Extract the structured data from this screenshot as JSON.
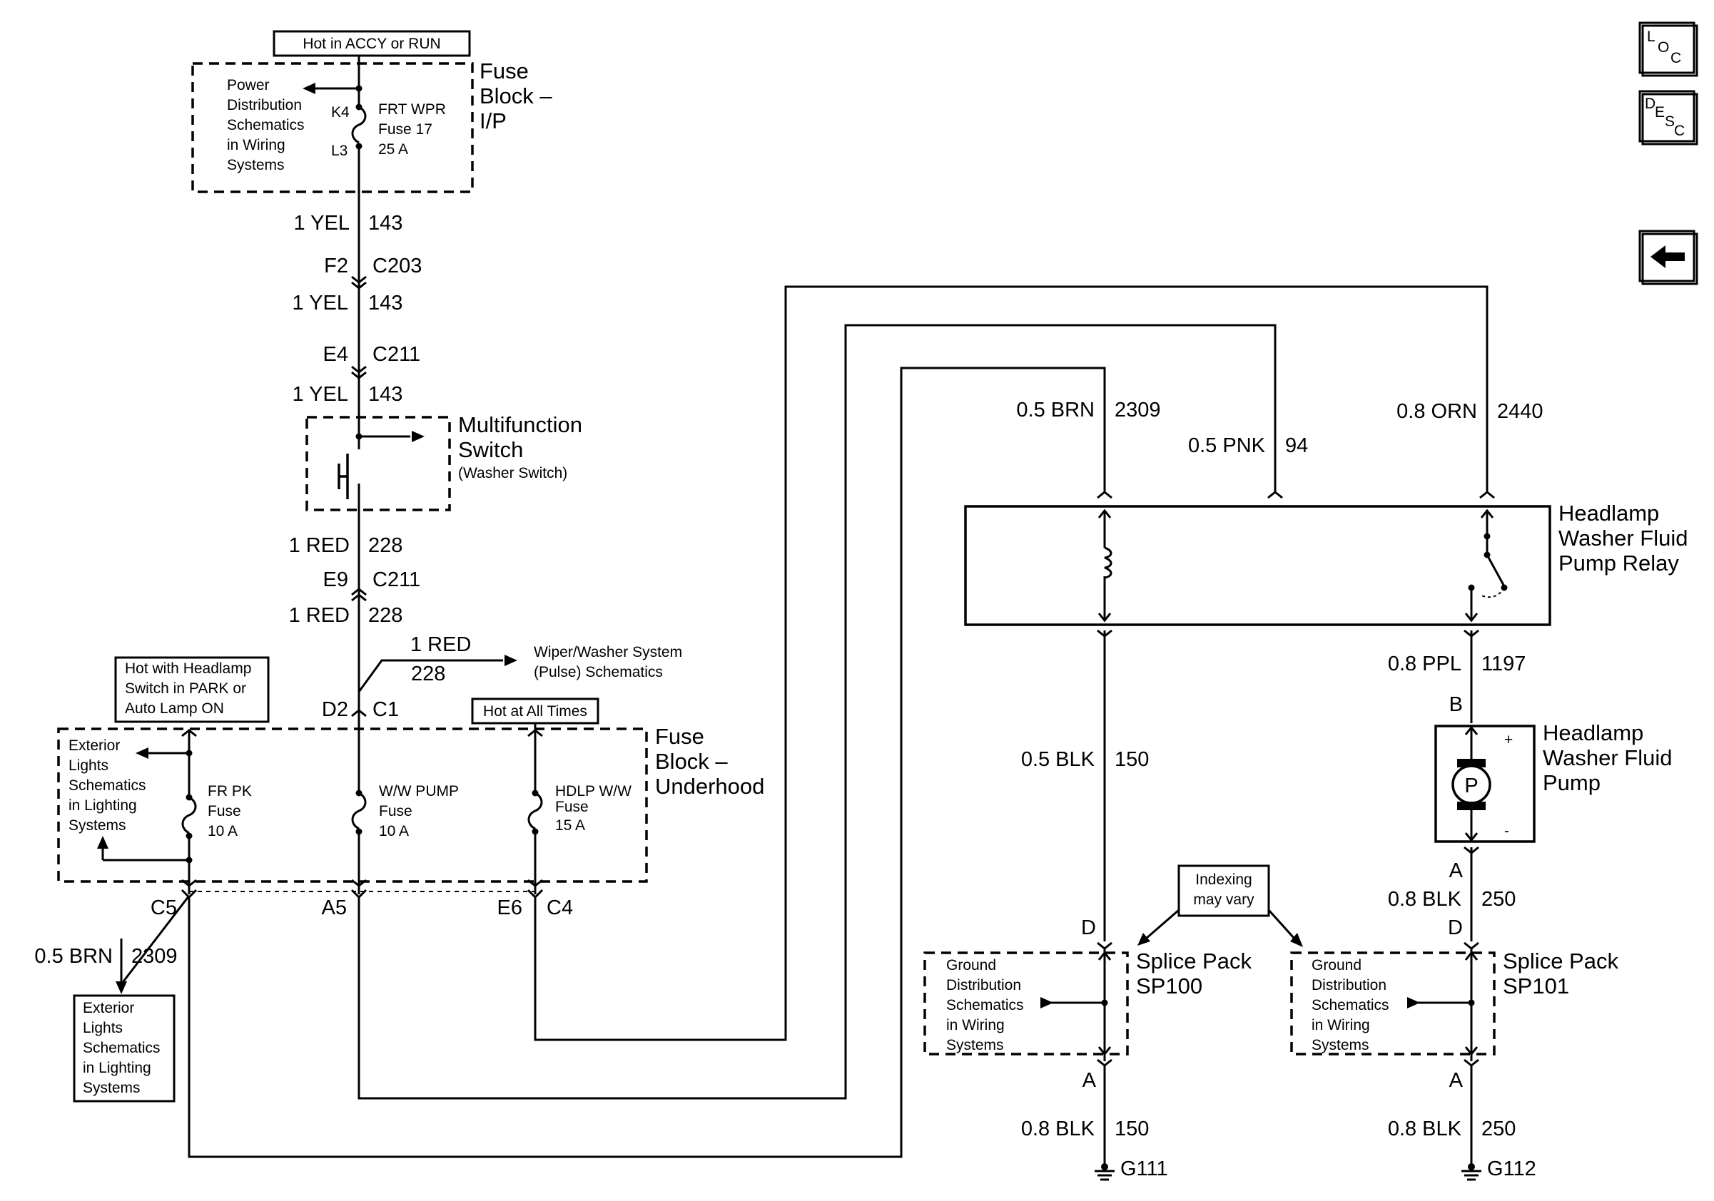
{
  "nav": {
    "loc_top": "L",
    "loc_mid": "O",
    "loc_bot": "C",
    "desc_d": "D",
    "desc_e": "E",
    "desc_s": "S",
    "desc_c": "C",
    "back_icon": "left-arrow-icon"
  },
  "power": {
    "hot_accy_run": "Hot in ACCY or RUN",
    "fuse_block_ip_1": "Fuse",
    "fuse_block_ip_2": "Block –",
    "fuse_block_ip_3": "I/P",
    "pds_1": "Power",
    "pds_2": "Distribution",
    "pds_3": "Schematics",
    "pds_4": "in Wiring",
    "pds_5": "Systems",
    "k4": "K4",
    "l3": "L3",
    "frt_1": "FRT WPR",
    "frt_2": "Fuse 17",
    "frt_3": "25 A"
  },
  "wires": {
    "yel1_gauge": "1 YEL",
    "yel1_circuit": "143",
    "f2": "F2",
    "c203": "C203",
    "yel2_gauge": "1 YEL",
    "yel2_circuit": "143",
    "e4": "E4",
    "c211a": "C211",
    "yel3_gauge": "1 YEL",
    "yel3_circuit": "143",
    "red1_gauge": "1 RED",
    "red1_circuit": "228",
    "e9": "E9",
    "c211b": "C211",
    "red2_gauge": "1 RED",
    "red2_circuit": "228",
    "red3_gauge": "1 RED",
    "red3_circuit": "228",
    "d2": "D2",
    "c1": "C1",
    "brn_left_gauge": "0.5 BRN",
    "brn_left_circuit": "2309",
    "c5": "C5",
    "a5": "A5",
    "e6": "E6",
    "c4": "C4",
    "brn_gauge": "0.5 BRN",
    "brn_circuit": "2309",
    "pnk_gauge": "0.5 PNK",
    "pnk_circuit": "94",
    "orn_gauge": "0.8 ORN",
    "orn_circuit": "2440",
    "blk150_gauge": "0.5 BLK",
    "blk150_circuit": "150",
    "ppl_gauge": "0.8 PPL",
    "ppl_circuit": "1197",
    "b": "B",
    "a_pump": "A",
    "blk250_gauge": "0.8 BLK",
    "blk250_circuit": "250",
    "d_sp100": "D",
    "a_sp100": "A",
    "d_sp101": "D",
    "a_sp101": "A",
    "g111_gauge": "0.8 BLK",
    "g111_circuit": "150",
    "g112_gauge": "0.8 BLK",
    "g112_circuit": "250"
  },
  "switch": {
    "name_1": "Multifunction",
    "name_2": "Switch",
    "name_3": "(Washer Switch)"
  },
  "wiper": {
    "line_1": "Wiper/Washer System",
    "line_2": "(Pulse) Schematics"
  },
  "underhood": {
    "hot_headlamp_1": "Hot with Headlamp",
    "hot_headlamp_2": "Switch in PARK or",
    "hot_headlamp_3": "Auto Lamp ON",
    "hot_all_times": "Hot at All Times",
    "title_1": "Fuse",
    "title_2": "Block –",
    "title_3": "Underhood",
    "ext_1": "Exterior",
    "ext_2": "Lights",
    "ext_3": "Schematics",
    "ext_4": "in Lighting",
    "ext_5": "Systems",
    "frpk_1": "FR PK",
    "frpk_2": "Fuse",
    "frpk_3": "10 A",
    "ww_1": "W/W PUMP",
    "ww_2": "Fuse",
    "ww_3": "10 A",
    "hdlp_1": "HDLP W/W",
    "hdlp_2": "Fuse",
    "hdlp_3": "15 A"
  },
  "ext_box": {
    "line_1": "Exterior",
    "line_2": "Lights",
    "line_3": "Schematics",
    "line_4": "in Lighting",
    "line_5": "Systems"
  },
  "relay": {
    "name_1": "Headlamp",
    "name_2": "Washer Fluid",
    "name_3": "Pump Relay"
  },
  "pump": {
    "name_1": "Headlamp",
    "name_2": "Washer Fluid",
    "name_3": "Pump",
    "symbol": "P",
    "plus": "+",
    "minus": "-"
  },
  "indexing": {
    "line_1": "Indexing",
    "line_2": "may vary"
  },
  "sp100": {
    "name_1": "Splice Pack",
    "name_2": "SP100",
    "gd_1": "Ground",
    "gd_2": "Distribution",
    "gd_3": "Schematics",
    "gd_4": "in Wiring",
    "gd_5": "Systems",
    "ground": "G111"
  },
  "sp101": {
    "name_1": "Splice Pack",
    "name_2": "SP101",
    "gd_1": "Ground",
    "gd_2": "Distribution",
    "gd_3": "Schematics",
    "gd_4": "in Wiring",
    "gd_5": "Systems",
    "ground": "G112"
  }
}
